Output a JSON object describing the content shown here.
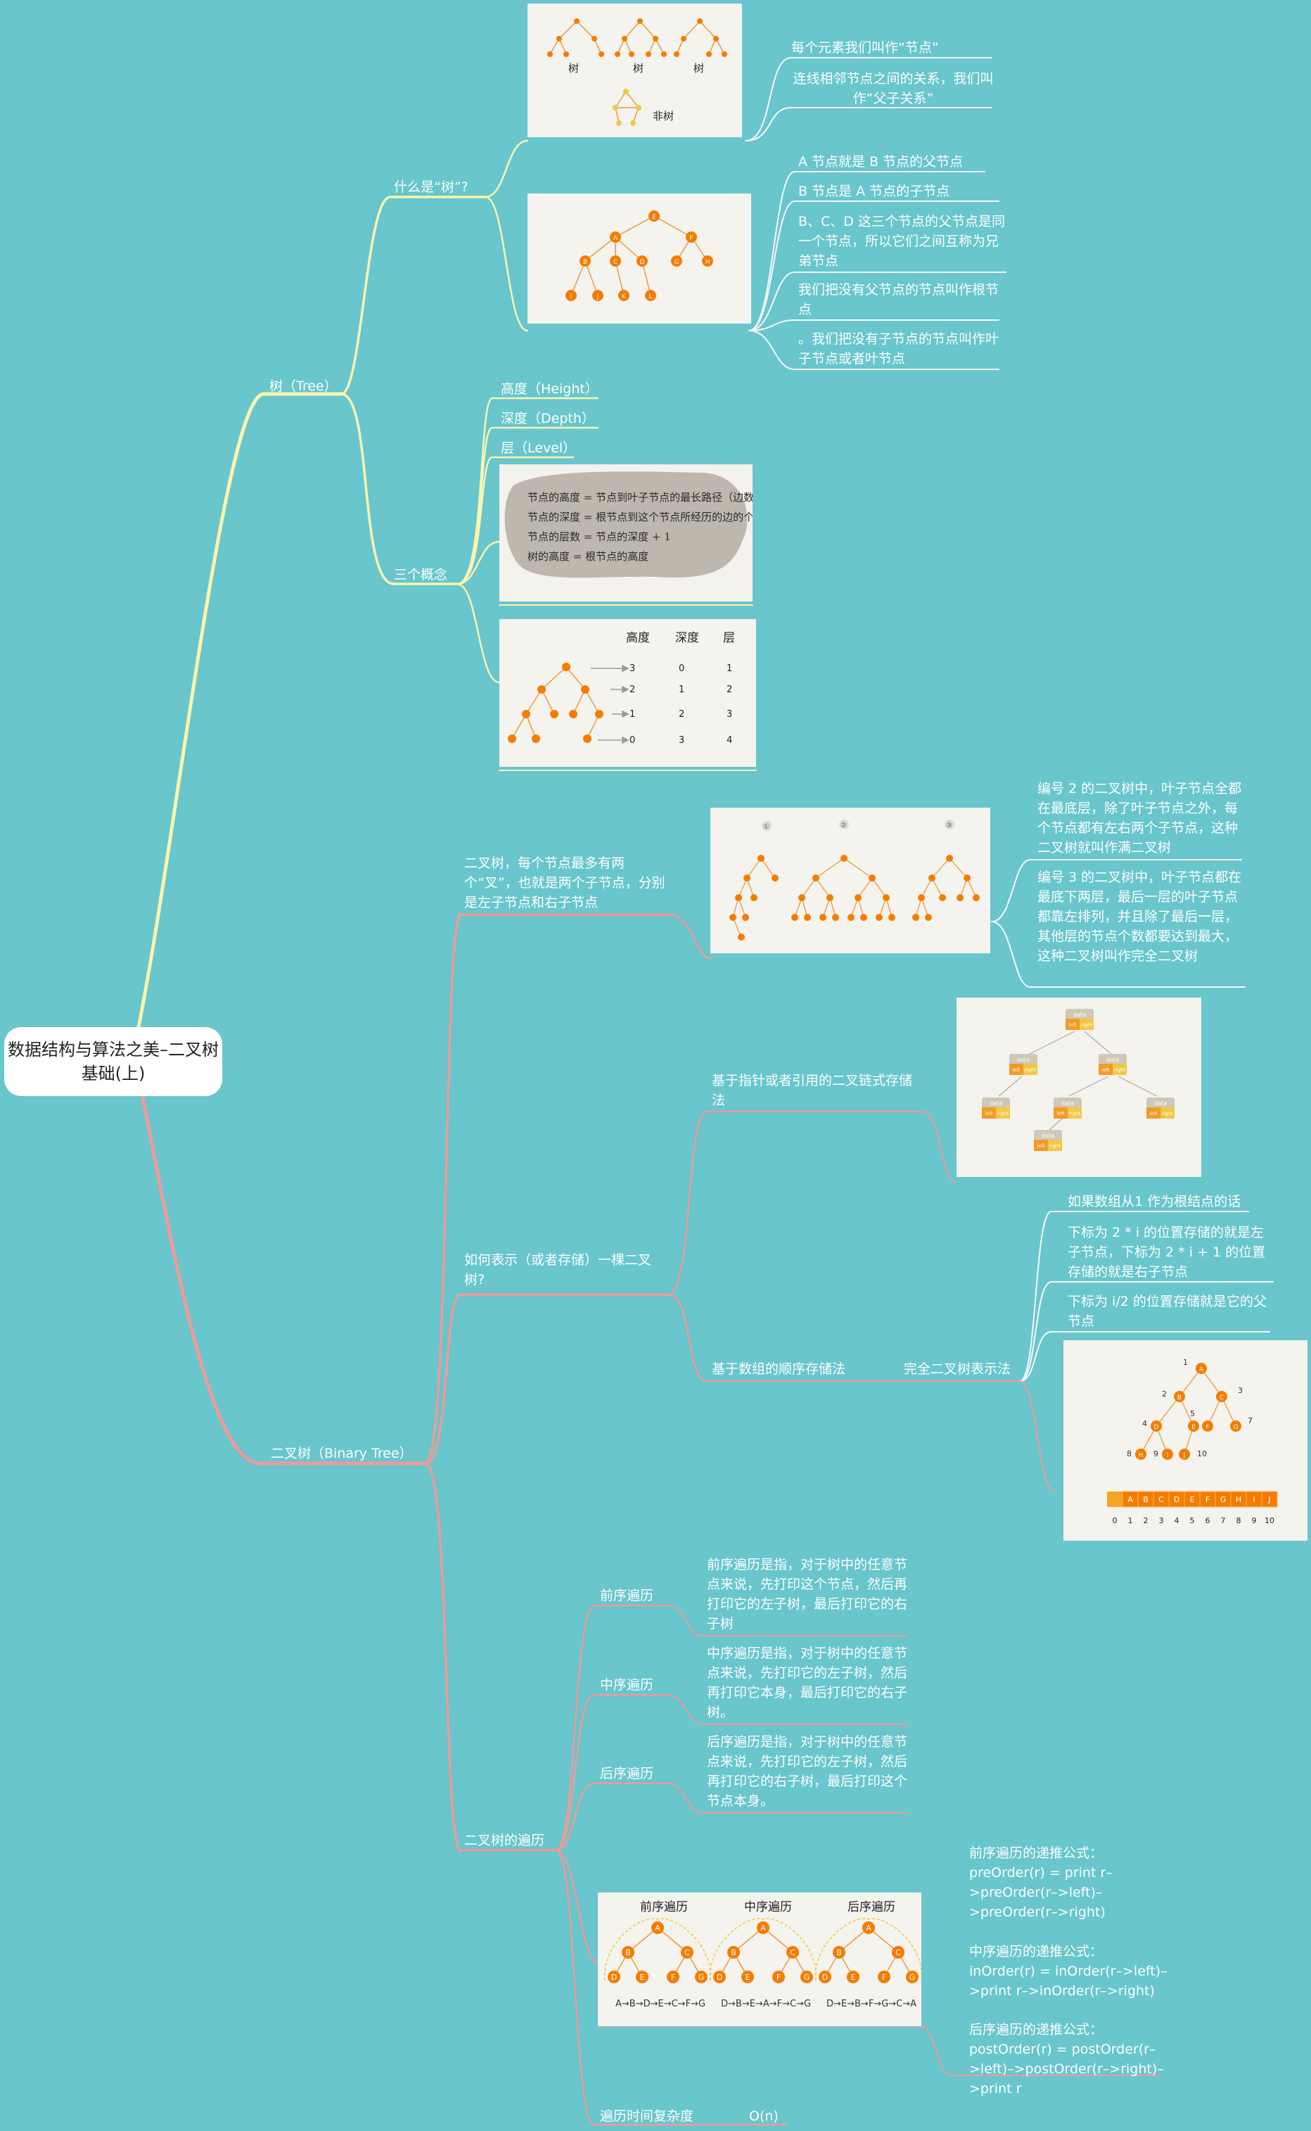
{
  "root": {
    "title": "数据结构与算法之美–二叉树基础(上)"
  },
  "tree": {
    "label": "树（Tree）",
    "what": {
      "label": "什么是“树”?",
      "leaves": [
        "每个元素我们叫作“节点”",
        "连线相邻节点之间的关系，我们叫作“父子关系”"
      ],
      "fig1": {
        "captions": [
          "树",
          "树",
          "树",
          "非树"
        ]
      },
      "fig2": {
        "nodes": [
          "E",
          "A",
          "F",
          "B",
          "C",
          "D",
          "G",
          "H",
          "I",
          "J",
          "K",
          "L"
        ]
      },
      "notes": [
        "A 节点就是 B 节点的父节点",
        "B 节点是 A 节点的子节点",
        "B、C、D 这三个节点的父节点是同一个节点，所以它们之间互称为兄弟节点",
        "我们把没有父节点的节点叫作根节点",
        "。我们把没有子节点的节点叫作叶子节点或者叶节点"
      ]
    },
    "concepts": {
      "label": "三个概念",
      "items": [
        "高度（Height）",
        "深度（Depth）",
        "层（Level）"
      ],
      "note_lines": [
        "节点的高度 = 节点到叶子节点的最长路径（边数）",
        "节点的深度 = 根节点到这个节点所经历的边的个数",
        "节点的层数 = 节点的深度 + 1",
        "树的高度 = 根节点的高度"
      ],
      "table": {
        "headers": [
          "高度",
          "深度",
          "层"
        ],
        "rows": [
          [
            "3",
            "0",
            "1"
          ],
          [
            "2",
            "1",
            "2"
          ],
          [
            "1",
            "2",
            "3"
          ],
          [
            "0",
            "3",
            "4"
          ]
        ]
      }
    }
  },
  "binary": {
    "label": "二叉树（Binary Tree）",
    "def": {
      "label": "二叉树，每个节点最多有两个“叉”，也就是两个子节点，分别是左子节点和右子节点",
      "fig_numbers": [
        "①",
        "②",
        "③"
      ],
      "notes": [
        "编号 2 的二叉树中，叶子节点全都在最底层，除了叶子节点之外，每个节点都有左右两个子节点，这种二叉树就叫作满二叉树",
        "编号 3 的二叉树中，叶子节点都在最底下两层，最后一层的叶子节点都靠左排列，并且除了最后一层，其他层的节点个数都要达到最大，这种二叉树叫作完全二叉树"
      ]
    },
    "storage": {
      "label": "如何表示（或者存储）一棵二叉树?",
      "linked": {
        "label": "基于指针或者引用的二叉链式存储法",
        "node_text": "data",
        "left_text": "left",
        "right_text": "right"
      },
      "array": {
        "label": "基于数组的顺序存储法",
        "complete": "完全二叉树表示法",
        "notes": [
          "如果数组从1 作为根结点的话",
          "下标为 2 * i 的位置存储的就是左子节点，下标为 2 * i + 1 的位置存储的就是右子节点",
          "下标为 i/2 的位置存储就是它的父节点"
        ],
        "nodes": [
          "A",
          "B",
          "C",
          "D",
          "E",
          "F",
          "G",
          "H",
          "I",
          "J"
        ],
        "indices": [
          "0",
          "1",
          "2",
          "3",
          "4",
          "5",
          "6",
          "7",
          "8",
          "9",
          "10"
        ]
      }
    },
    "traversal": {
      "label": "二叉树的遍历",
      "items": [
        {
          "label": "前序遍历",
          "desc": "前序遍历是指，对于树中的任意节点来说，先打印这个节点，然后再打印它的左子树，最后打印它的右子树"
        },
        {
          "label": "中序遍历",
          "desc": "中序遍历是指，对于树中的任意节点来说，先打印它的左子树，然后再打印它本身，最后打印它的右子树。"
        },
        {
          "label": "后序遍历",
          "desc": "后序遍历是指，对于树中的任意节点来说，先打印它的左子树，然后再打印它的右子树，最后打印这个节点本身。"
        }
      ],
      "fig": {
        "titles": [
          "前序遍历",
          "中序遍历",
          "后序遍历"
        ],
        "orders": [
          "A→B→D→E→C→F→G",
          "D→B→E→A→F→C→G",
          "D→E→B→F→G→C→A"
        ]
      },
      "formulas": [
        "前序遍历的递推公式：\npreOrder(r) = print r–>preOrder(r–>left)–>preOrder(r–>right)",
        "中序遍历的递推公式：\ninOrder(r) = inOrder(r–>left)–>print r–>inOrder(r–>right)",
        "后序遍历的递推公式：\npostOrder(r) = postOrder(r–>left)–>postOrder(r–>right)–>print r"
      ],
      "complexity": {
        "label": "遍历时间复杂度",
        "value": "O(n)"
      }
    }
  },
  "colors": {
    "background": "#68C6CC",
    "tree_branch": "#FAF5B0",
    "binary_branch": "#EF9A9A",
    "node_orange": "#F57C00",
    "leaf_line": "#F8F8F8"
  }
}
